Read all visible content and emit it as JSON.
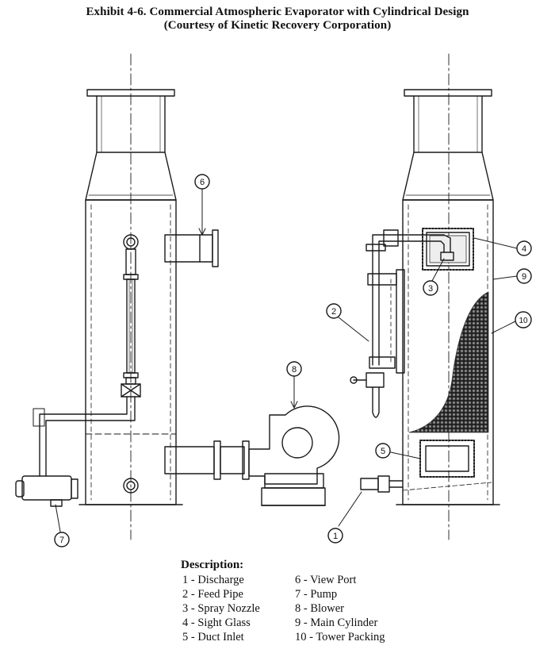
{
  "title": {
    "line1": "Exhibit 4-6. Commercial Atmospheric Evaporator with Cylindrical Design",
    "line2": "(Courtesy of Kinetic Recovery Corporation)"
  },
  "callouts": [
    "1",
    "2",
    "3",
    "4",
    "5",
    "6",
    "7",
    "8",
    "9",
    "10"
  ],
  "description": {
    "heading": "Description:",
    "items": [
      "1 - Discharge",
      "2 - Feed Pipe",
      "3 - Spray Nozzle",
      "4 - Sight Glass",
      "5 - Duct Inlet",
      "6 - View Port",
      "7 - Pump",
      "8 - Blower",
      "9 - Main Cylinder",
      "10 - Tower Packing"
    ]
  }
}
